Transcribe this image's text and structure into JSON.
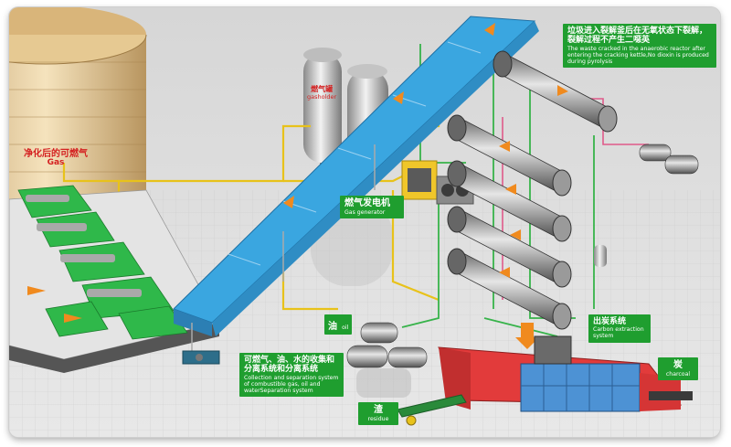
{
  "labels": {
    "purified_gas": {
      "zh": "净化后的可燃气",
      "en": "Gas"
    },
    "gas_holder": {
      "zh": "燃气罐",
      "en": "gasholder"
    },
    "gas_generator": {
      "zh": "燃气发电机",
      "en": "Gas generator"
    },
    "reactor_note": {
      "zh": "垃圾进入裂解釜后在无氧状态下裂解，裂解过程不产生二噁英",
      "en": "The waste cracked in the anaerobic reactor after entering the cracking kettle,No dioxin is produced during pyrolysis"
    },
    "oil": {
      "zh": "油",
      "en": "oil"
    },
    "separation": {
      "zh": "可燃气、油、水的收集和分离系统和分离系统",
      "en": "Collection and separation system of combustible gas, oil and waterSeparation system"
    },
    "carbon_extraction": {
      "zh": "出炭系统",
      "en": "Carbon extraction system"
    },
    "charcoal": {
      "zh": "炭",
      "en": "charcoal"
    },
    "residue": {
      "zh": "渣",
      "en": "residue"
    }
  },
  "colors": {
    "label_green": "#1f9e2f",
    "conveyor_blue": "#3aa6e0",
    "frame_green": "#2fb84a",
    "pipe_yellow": "#e8c21a",
    "pipe_green": "#37b34a",
    "pipe_pink": "#e05a8a",
    "arrow_orange": "#f08a1e",
    "machine_red": "#e23b3b",
    "machine_blue": "#3d7fc4"
  }
}
